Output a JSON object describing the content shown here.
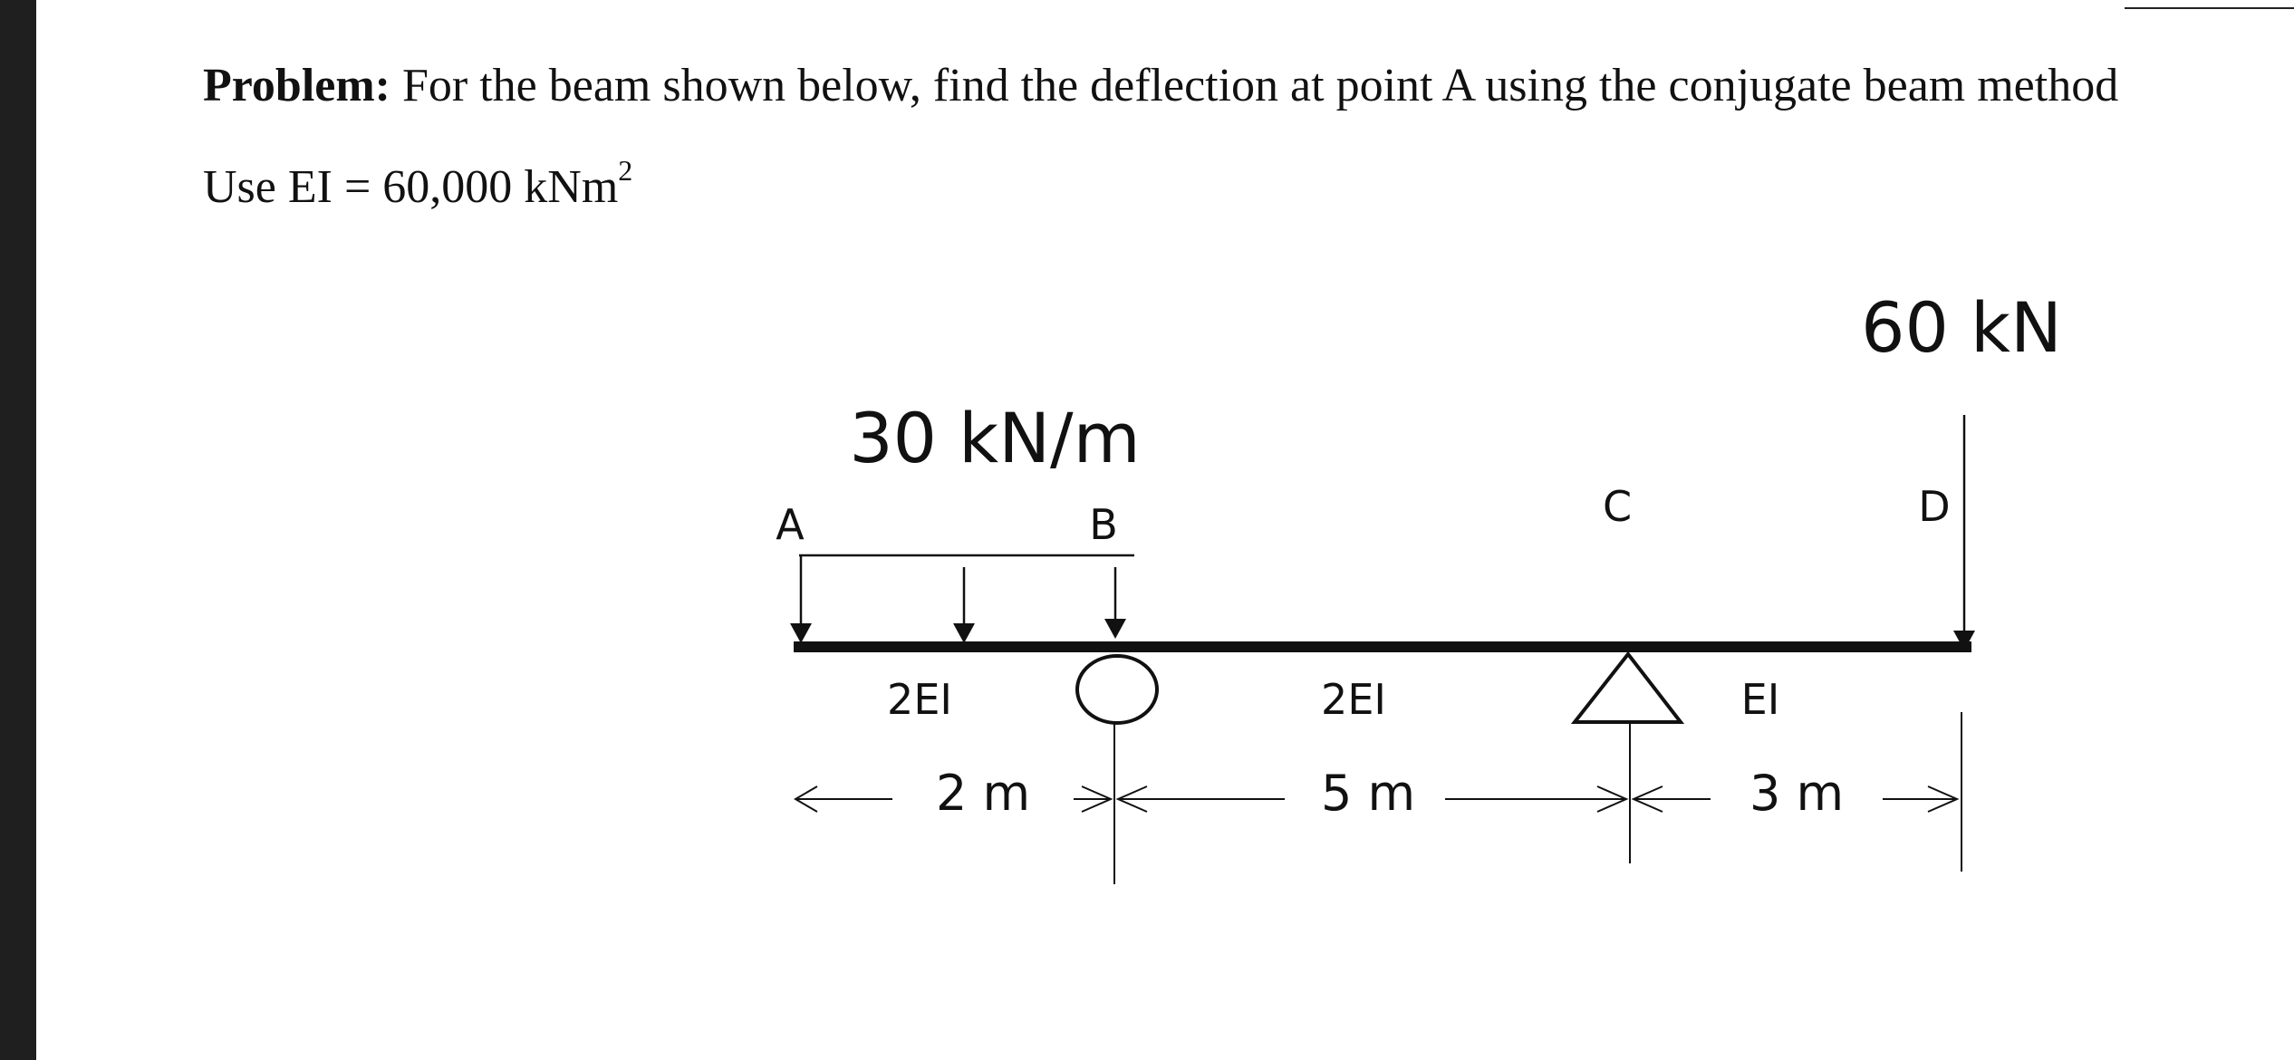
{
  "problem": {
    "label": "Problem:",
    "statement": " For the beam shown below, find the deflection at point A using the conjugate beam method",
    "ei_prefix": "Use EI = 60,000 kNm",
    "ei_sup": "2"
  },
  "diagram": {
    "load_point": "60 kN",
    "load_distributed": "30 kN/m",
    "points": {
      "a": "A",
      "b": "B",
      "c": "C",
      "d": "D"
    },
    "segments": {
      "ab_stiffness": "2EI",
      "bc_stiffness": "2EI",
      "cd_stiffness": "EI",
      "ab_length": "2 m",
      "bc_length": "5 m",
      "cd_length": "3 m"
    }
  }
}
